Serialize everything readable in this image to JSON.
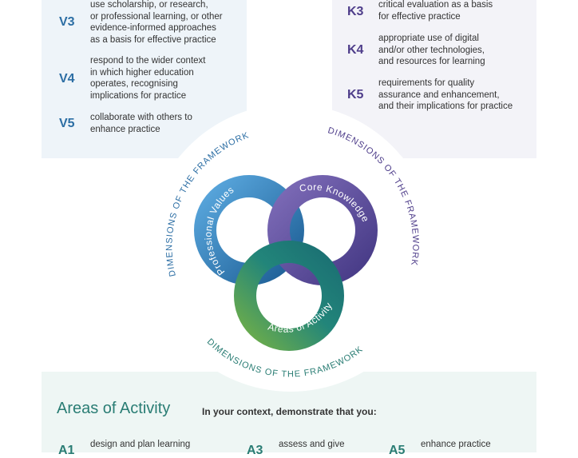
{
  "values": [
    {
      "code": "V3",
      "text": "use scholarship, or research,\nor professional learning, or other\nevidence-informed approaches\nas a basis for effective practice"
    },
    {
      "code": "V4",
      "text": "respond to the wider context\nin which higher education\noperates, recognising\nimplications for practice"
    },
    {
      "code": "V5",
      "text": "collaborate with others to\nenhance practice"
    }
  ],
  "knowledge": [
    {
      "code": "K3",
      "text": "critical evaluation as a basis\nfor effective practice"
    },
    {
      "code": "K4",
      "text": "appropriate use of digital\nand/or other technologies,\nand resources for learning"
    },
    {
      "code": "K5",
      "text": "requirements for quality\nassurance and enhancement,\nand their implications for practice"
    }
  ],
  "diagram": {
    "dimension_label": "DIMENSIONS OF THE FRAMEWORK",
    "ring_values": "Professional Values",
    "ring_knowledge": "Core Knowledge",
    "ring_activity": "Areas of Activity"
  },
  "activity": {
    "title": "Areas of Activity",
    "intro": "In your context, demonstrate that you:",
    "items": [
      {
        "code": "A1",
        "text": "design and plan learning"
      },
      {
        "code": "A3",
        "text": "assess and give"
      },
      {
        "code": "A5",
        "text": "enhance practice"
      }
    ]
  },
  "colors": {
    "values": "#2c6ea4",
    "knowledge": "#4e3d8a",
    "activity": "#2a7d74"
  }
}
